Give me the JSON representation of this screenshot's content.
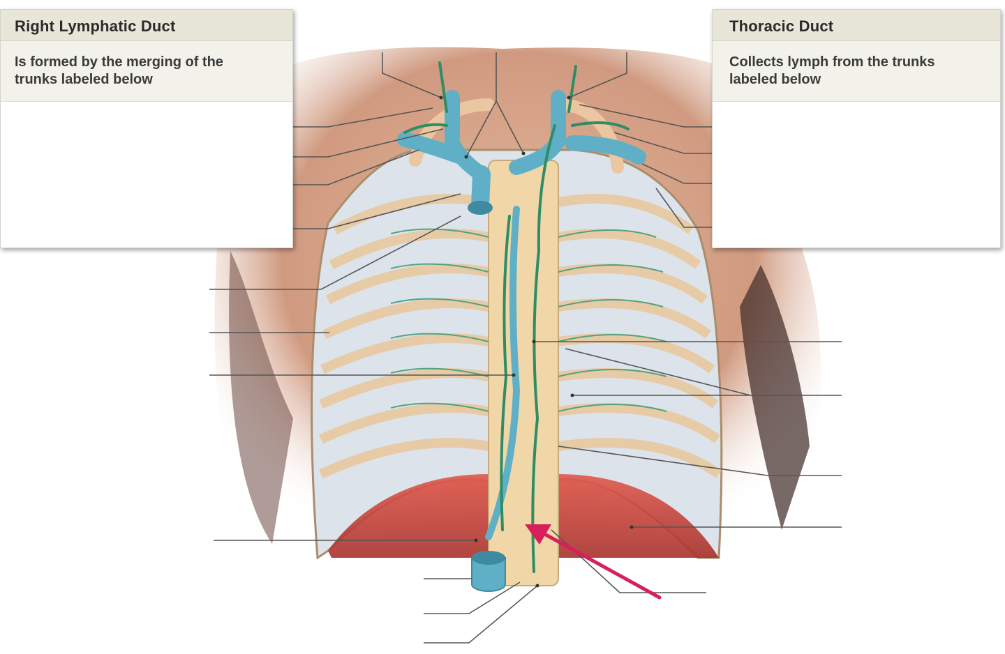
{
  "callouts": {
    "right_lymphatic_duct": {
      "title": "Right Lymphatic Duct",
      "text": "Is formed by the merging of the\ntrunks labeled below"
    },
    "thoracic_duct": {
      "title": "Thoracic Duct",
      "text": "Collects lymph from the trunks\nlabeled below"
    }
  },
  "colors": {
    "vein": "#5fb0c6",
    "lymphatic": "#2e8c66",
    "skin": "#d8a88e",
    "pleura": "#d9dfe6",
    "rib": "#f0d2a6",
    "diaphragm": "#c8403a",
    "arrow": "#d81e5b",
    "leader_line": "#555555"
  },
  "icons": {
    "pointer": "arrow-icon"
  }
}
